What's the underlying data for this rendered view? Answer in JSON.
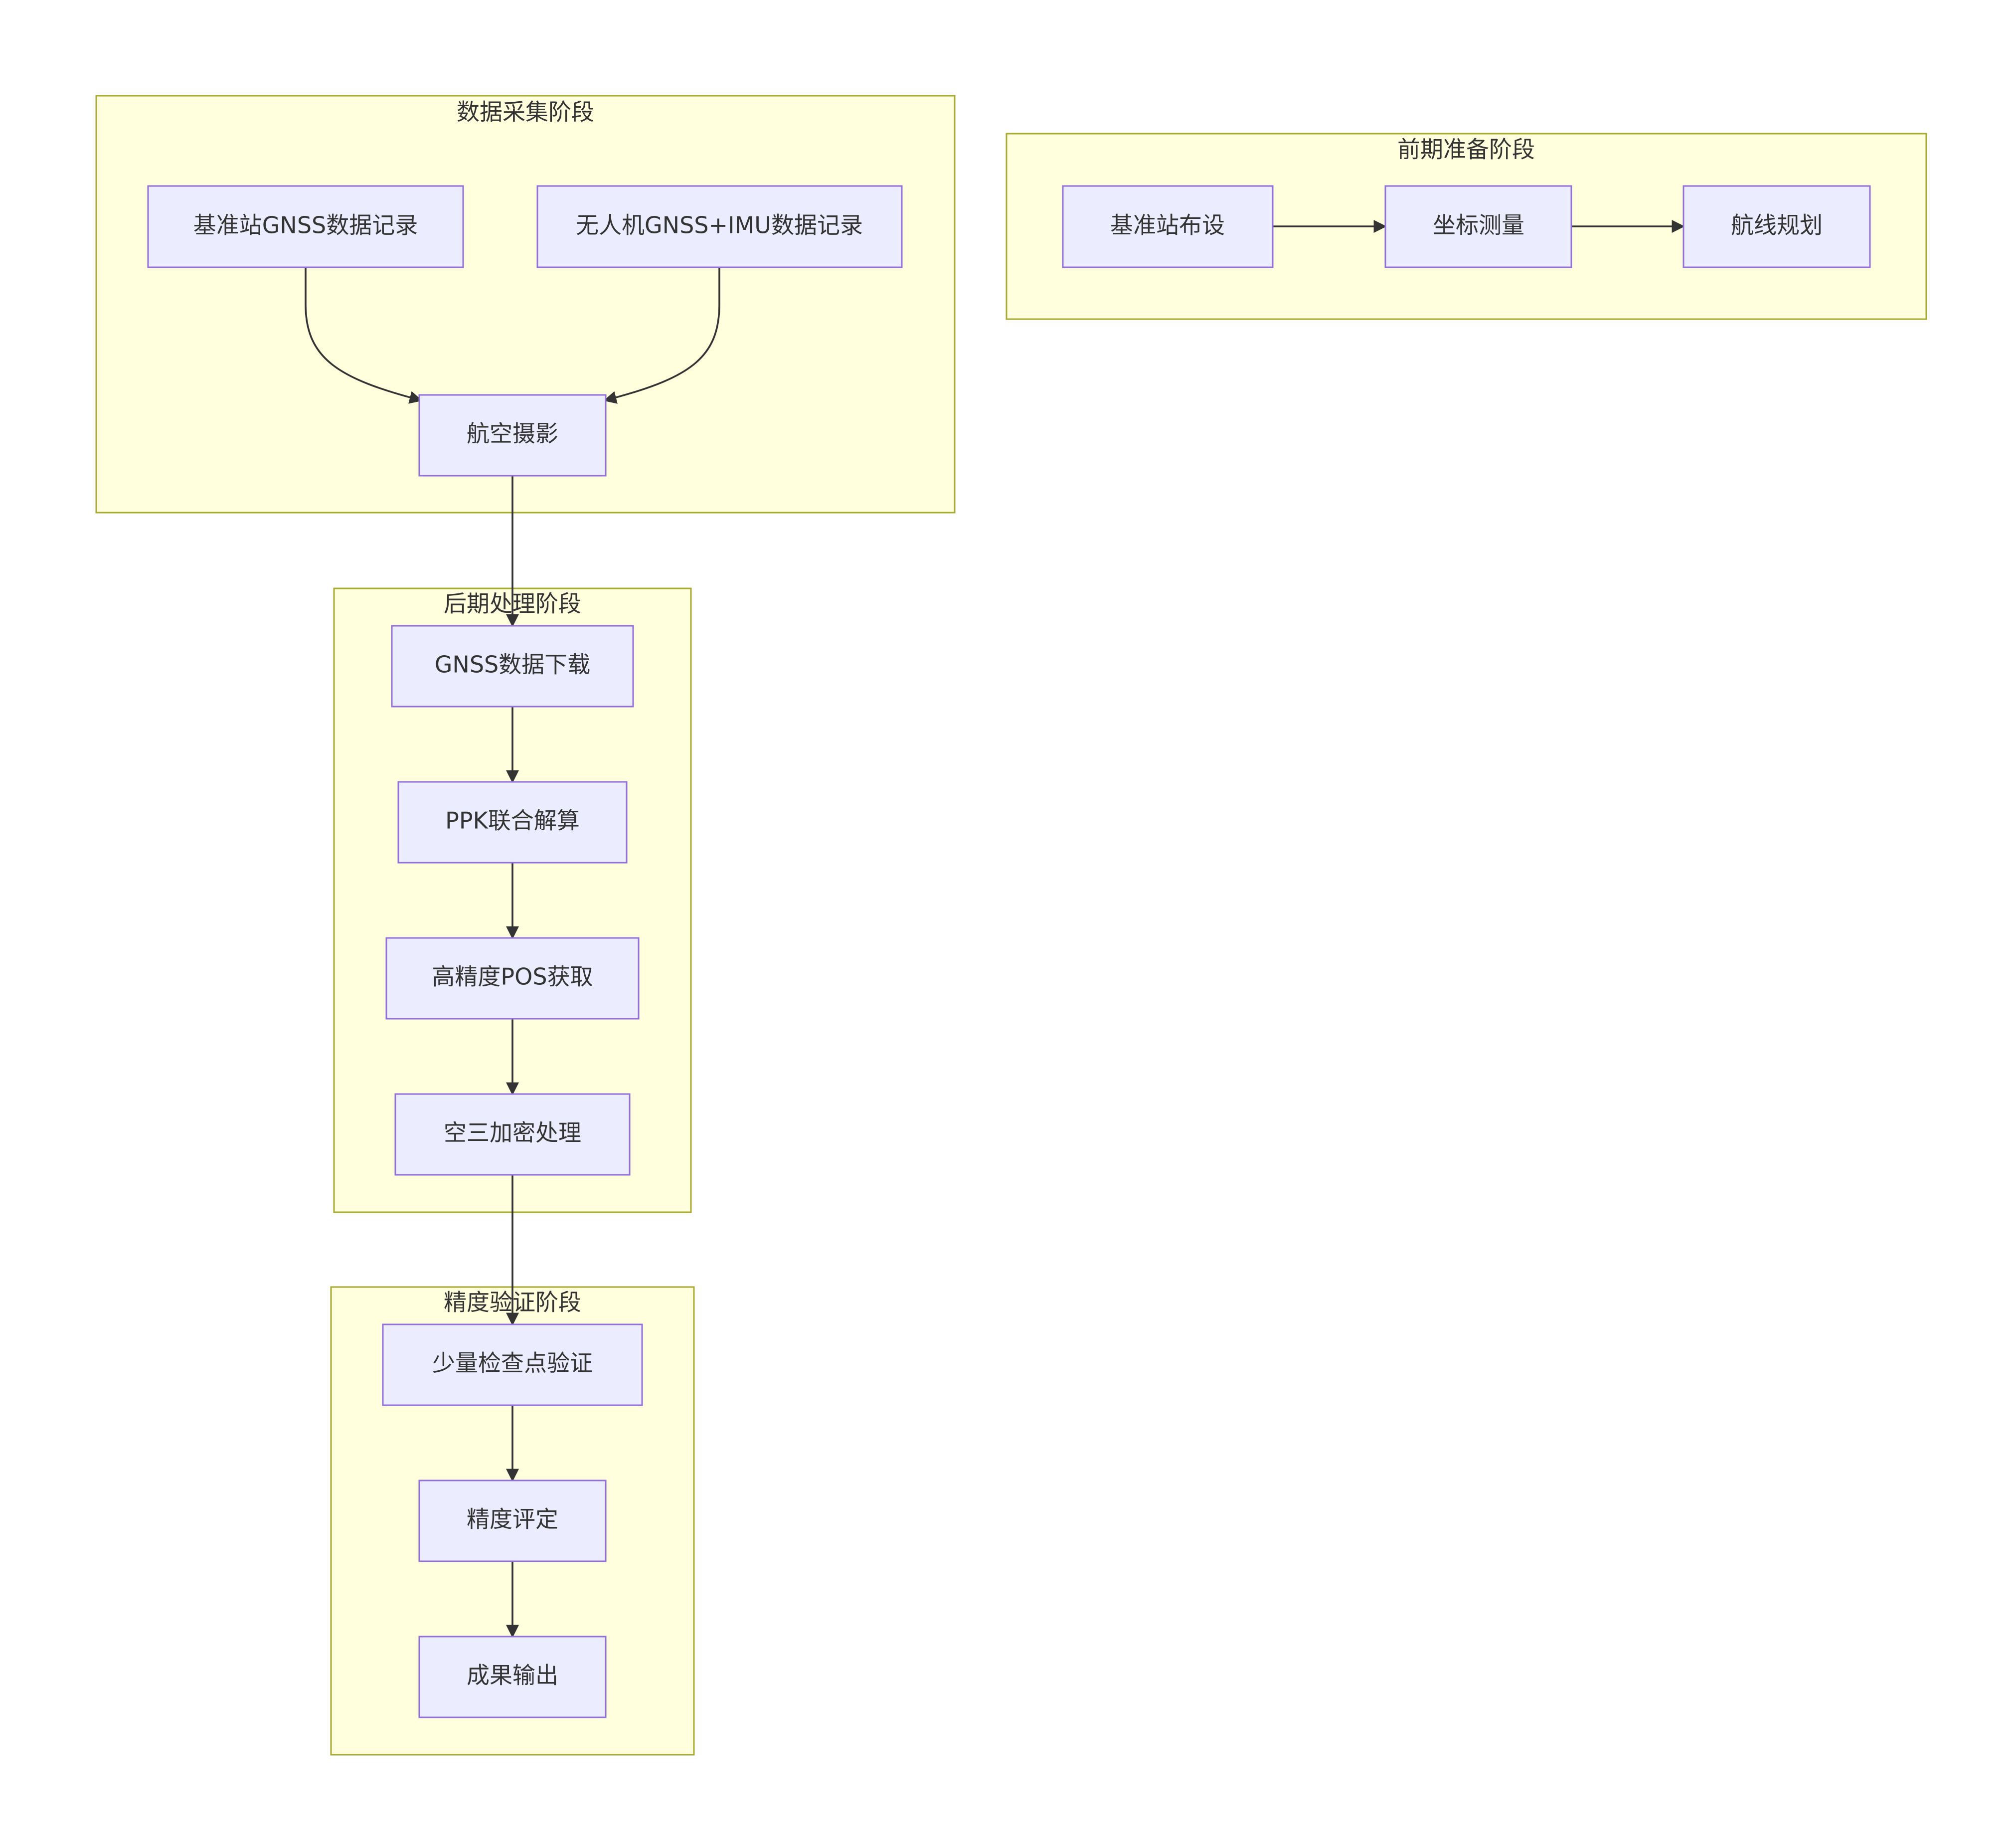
{
  "clusters": {
    "collect": "数据采集阶段",
    "prep": "前期准备阶段",
    "post": "后期处理阶段",
    "verify": "精度验证阶段"
  },
  "nodes": {
    "base_gnss": "基准站GNSS数据记录",
    "uav_gnss": "无人机GNSS+IMU数据记录",
    "aerial": "航空摄影",
    "base_setup": "基准站布设",
    "coord": "坐标测量",
    "route": "航线规划",
    "download": "GNSS数据下载",
    "ppk": "PPK联合解算",
    "pos": "高精度POS获取",
    "aat": "空三加密处理",
    "check": "少量检查点验证",
    "eval": "精度评定",
    "output": "成果输出"
  },
  "edges": [
    [
      "base_gnss",
      "aerial"
    ],
    [
      "uav_gnss",
      "aerial"
    ],
    [
      "base_setup",
      "coord"
    ],
    [
      "coord",
      "route"
    ],
    [
      "aerial",
      "download"
    ],
    [
      "download",
      "ppk"
    ],
    [
      "ppk",
      "pos"
    ],
    [
      "pos",
      "aat"
    ],
    [
      "aat",
      "check"
    ],
    [
      "check",
      "eval"
    ],
    [
      "eval",
      "output"
    ]
  ],
  "colors": {
    "cluster_fill": "#ffffde",
    "cluster_stroke": "#aaaa33",
    "node_fill": "#ececff",
    "node_stroke": "#9370db",
    "edge": "#333333",
    "text": "#333333"
  }
}
